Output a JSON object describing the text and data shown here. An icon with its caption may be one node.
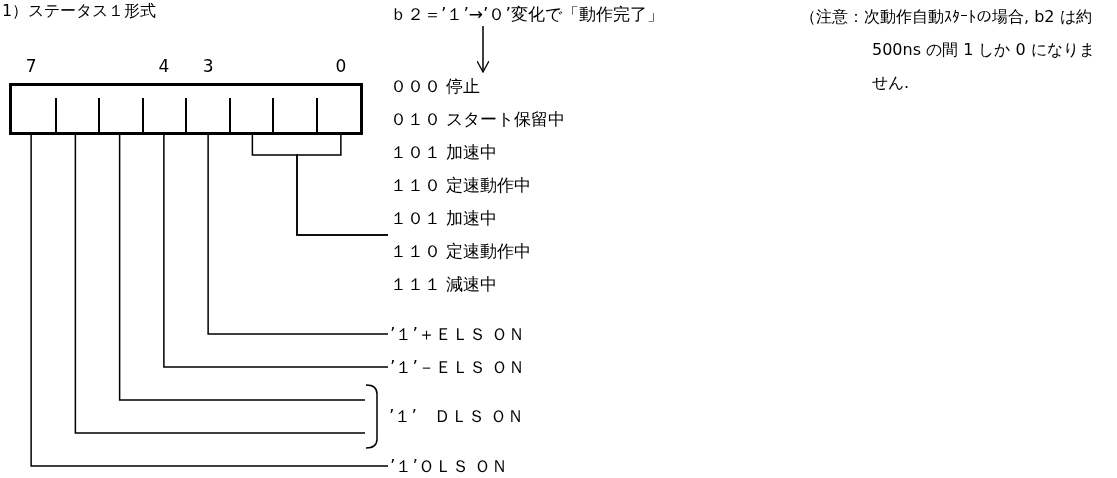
{
  "diagram": {
    "title": "1）ステータス１形式",
    "nodes": [
      {
        "text": [
          "ｂ２＝’１’→’０’変化で「動作完了」"
        ]
      },
      {
        "text": [],
        "shape": "box"
      },
      {
        "text": [],
        "shape": "box",
        "in": 1
      },
      {
        "text": [],
        "shape": "box",
        "in": 1
      },
      {
        "text": [],
        "shape": "box",
        "in": 1
      },
      {
        "text": [],
        "shape": "box",
        "in": 1
      },
      {
        "text": [],
        "shape": "box",
        "in": 1
      },
      {
        "text": [],
        "shape": "box",
        "in": 1
      },
      {
        "text": [],
        "shape": "box",
        "in": 1
      },
      {
        "text": [],
        "shape": "box",
        "in": 1
      },
      {
        "text": [
          "０００ 停止",
          "０１０ スタート保留中",
          "１０１ 加速中",
          "１１０ 定速動作中",
          "１０１ 加速中",
          "１１０ 定速動作中",
          "１１１ 減速中"
        ]
      },
      {
        "text": [
          "’１’＋ＥＬＳ ＯＮ"
        ]
      },
      {
        "text": [
          "’１’－ＥＬＳ ＯＮ"
        ]
      },
      {
        "text": [
          "’１’　ＤＬＳ ＯＮ"
        ]
      },
      {
        "text": [
          "’１’ＯＬＳ ＯＮ"
        ]
      }
    ],
    "edges": [
      {
        "from": 0,
        "to": 10,
        "arrow": "to"
      },
      {
        "from": 7,
        "to": 10,
        "arrow": "none"
      },
      {
        "from": 9,
        "to": 10,
        "arrow": "none"
      },
      {
        "from": 6,
        "to": 11,
        "arrow": "none"
      },
      {
        "from": 5,
        "to": 12,
        "arrow": "none"
      },
      {
        "from": 4,
        "to": 13,
        "arrow": "none"
      },
      {
        "from": 3,
        "to": 13,
        "arrow": "none"
      },
      {
        "from": 2,
        "to": 14,
        "arrow": "none"
      }
    ],
    "labels": [
      "（注意：次動作自動ｽﾀｰﾄの場合, b2 は約 500ns の間 1 しか 0 になりません.",
      "7",
      "4",
      "3",
      "0"
    ]
  }
}
